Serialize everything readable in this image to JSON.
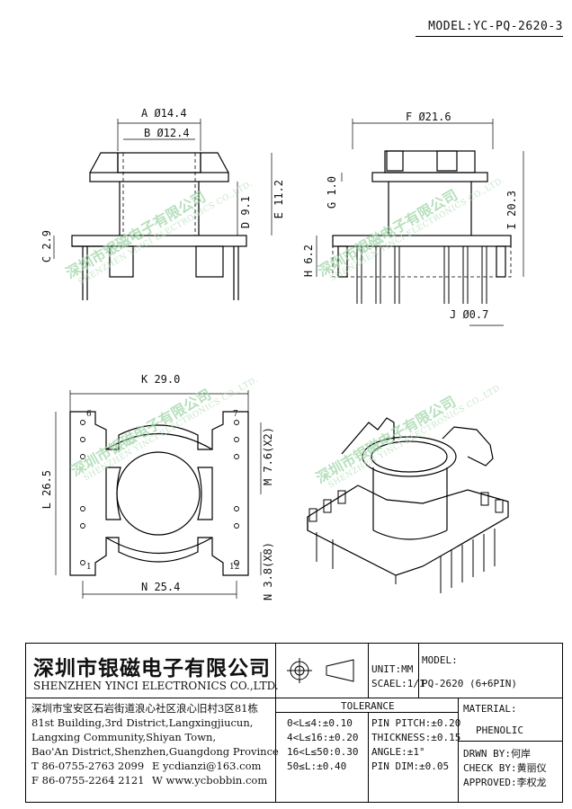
{
  "model_header": "MODEL:YC-PQ-2620-3",
  "dimensions": {
    "A": "A Ø14.4",
    "B": "B Ø12.4",
    "C": "C 2.9",
    "D": "D 9.1",
    "E": "E 11.2",
    "F": "F Ø21.6",
    "G": "G 1.0",
    "H": "H 6.2",
    "I": "I 20.3",
    "J": "J Ø0.7",
    "K": "K 29.0",
    "L": "L 26.5",
    "M": "M 7.6(X2)",
    "N_width": "N 25.4",
    "N_pitch": "N 3.8(X8)"
  },
  "pin_labels": {
    "p6": "6",
    "p7": "7",
    "p1": "1",
    "p12": "12"
  },
  "watermark": {
    "cn": "深圳市银磁电子有限公司",
    "en": "SHENZHEN YINCI ELECTRONICS CO.,LTD."
  },
  "title_block": {
    "company_cn": "深圳市银磁电子有限公司",
    "company_en": "SHENZHEN YINCI ELECTRONICS CO.,LTD.",
    "address": [
      "深圳市宝安区石岩街道浪心社区浪心旧村3区81栋",
      "81st Building,3rd District,Langxingjiucun,",
      "Langxing Community,Shiyan Town,",
      "Bao'An District,Shenzhen,Guangdong Province"
    ],
    "tel": "T 86-0755-2763 2099",
    "fax": "F 86-0755-2264 2121",
    "email": "E ycdianzi@163.com",
    "web": "W www.ycbobbin.com",
    "unit": "UNIT:MM",
    "scale": "SCAEL:1/1",
    "model_label": "MODEL:",
    "model_value": "PQ-2620 (6+6PIN)",
    "tolerance_title": "TOLERANCE",
    "tolerances": [
      "0<L≤4:±0.10",
      "4<L≤16:±0.20",
      "16<L≤50:0.30",
      "50≤L:±0.40"
    ],
    "specs": [
      "PIN PITCH:±0.20",
      "THICKNESS:±0.15",
      "ANGLE:±1°",
      "PIN DIM:±0.05"
    ],
    "material_label": "MATERIAL:",
    "material_value": "PHENOLIC",
    "drawn_by": "DRWN BY:何岸",
    "check_by": "CHECK BY:黄丽仪",
    "approved": "APPROVED:李权龙"
  }
}
